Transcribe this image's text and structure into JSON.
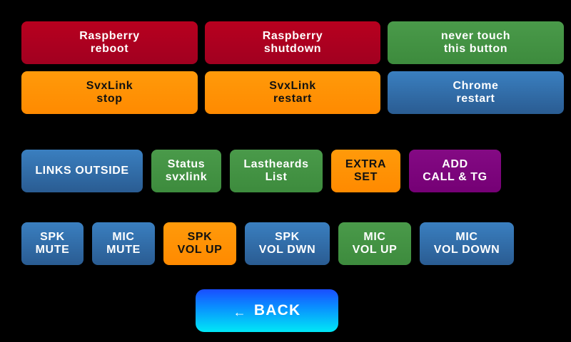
{
  "colors": {
    "background": "#000000",
    "red": "#b00020",
    "green": "#43923f",
    "orange": "#ff8c00",
    "blue": "#2f6aa8",
    "purple": "#800080",
    "back_gradient": [
      "#1a4dff",
      "#00e8f6"
    ]
  },
  "system": {
    "raspberry_reboot": "Raspberry\nreboot",
    "raspberry_shutdown": "Raspberry\nshutdown",
    "never_touch": "never touch\nthis button"
  },
  "svxlink": {
    "stop": "SvxLink\nstop",
    "restart": "SvxLink\nrestart",
    "chrome_restart": "Chrome\nrestart"
  },
  "links": {
    "outside": "LINKS OUTSIDE",
    "status": "Status\nsvxlink",
    "lastheards": "Lastheards\nList",
    "extra_set": "EXTRA\nSET",
    "add_call_tg": "ADD\nCALL & TG"
  },
  "audio": {
    "spk_mute": "SPK\nMUTE",
    "mic_mute": "MIC\nMUTE",
    "spk_vol_up": "SPK\nVOL UP",
    "spk_vol_down": "SPK\nVOL DWN",
    "mic_vol_up": "MIC\nVOL UP",
    "mic_vol_down": "MIC\nVOL DOWN"
  },
  "navigation": {
    "back_icon": "left-arrow-icon",
    "back_arrow": "←",
    "back_label": "BACK"
  }
}
